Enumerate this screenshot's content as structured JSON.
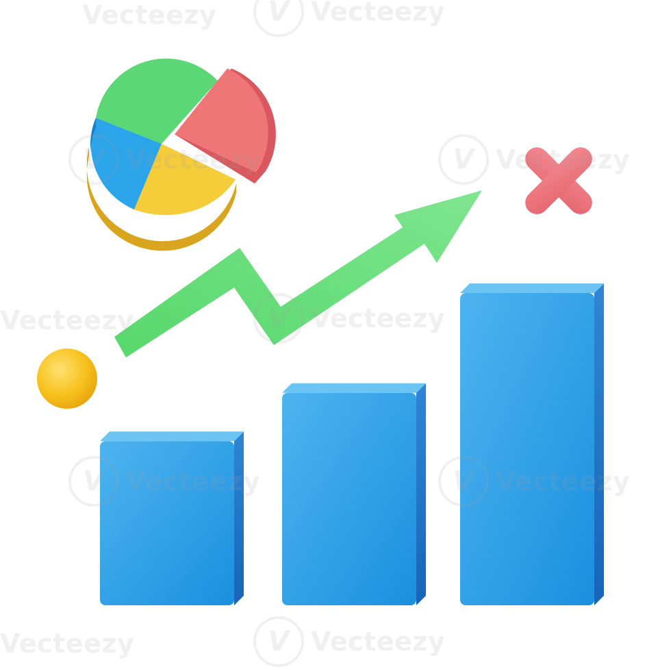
{
  "watermark": {
    "text": "Vecteezy",
    "logo_glyph": "V"
  },
  "colors": {
    "bar_blue": "#2f9fe6",
    "bar_blue_dark": "#1b7fd0",
    "arrow_green": "#5fdc73",
    "pie_green": "#5bd875",
    "pie_red": "#ee7676",
    "pie_blue": "#2ba4e9",
    "pie_yellow": "#f5cc3a",
    "ball_yellow": "#f7c21e",
    "cross_red": "#ef7a82"
  },
  "bars": {
    "relative_heights": [
      0.54,
      0.69,
      1.0
    ]
  }
}
